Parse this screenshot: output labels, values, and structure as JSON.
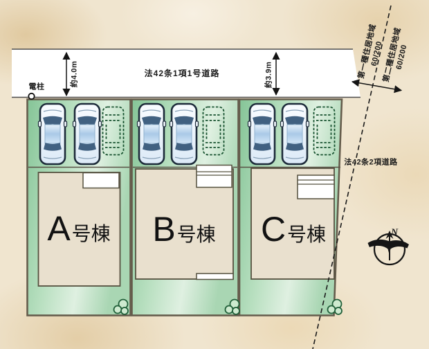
{
  "road": {
    "label": "法42条1項1号道路",
    "width_left": "約4.0m",
    "width_right": "約3.9m"
  },
  "side_road": {
    "label": "法42条2項道路"
  },
  "utility_pole": {
    "label": "電柱"
  },
  "zoning": {
    "first": {
      "name": "第一種住居地域",
      "ratio": "60/200"
    },
    "second": {
      "name": "第二種住居地域",
      "ratio": "60/200"
    }
  },
  "lots": [
    {
      "letter": "A",
      "suffix": "号棟"
    },
    {
      "letter": "B",
      "suffix": "号棟"
    },
    {
      "letter": "C",
      "suffix": "号棟"
    }
  ],
  "compass": {
    "label": "N"
  },
  "colors": {
    "lot_green_dark": "#85c497",
    "lot_green_light": "#dff0e1",
    "road_white": "#ffffff",
    "building_fill": "#e9e0ce",
    "outline_dark": "#5d5546",
    "car_blue": "#aac9e7",
    "dashed_car_green": "#17522f",
    "marble_base": "#f0e5cf"
  }
}
